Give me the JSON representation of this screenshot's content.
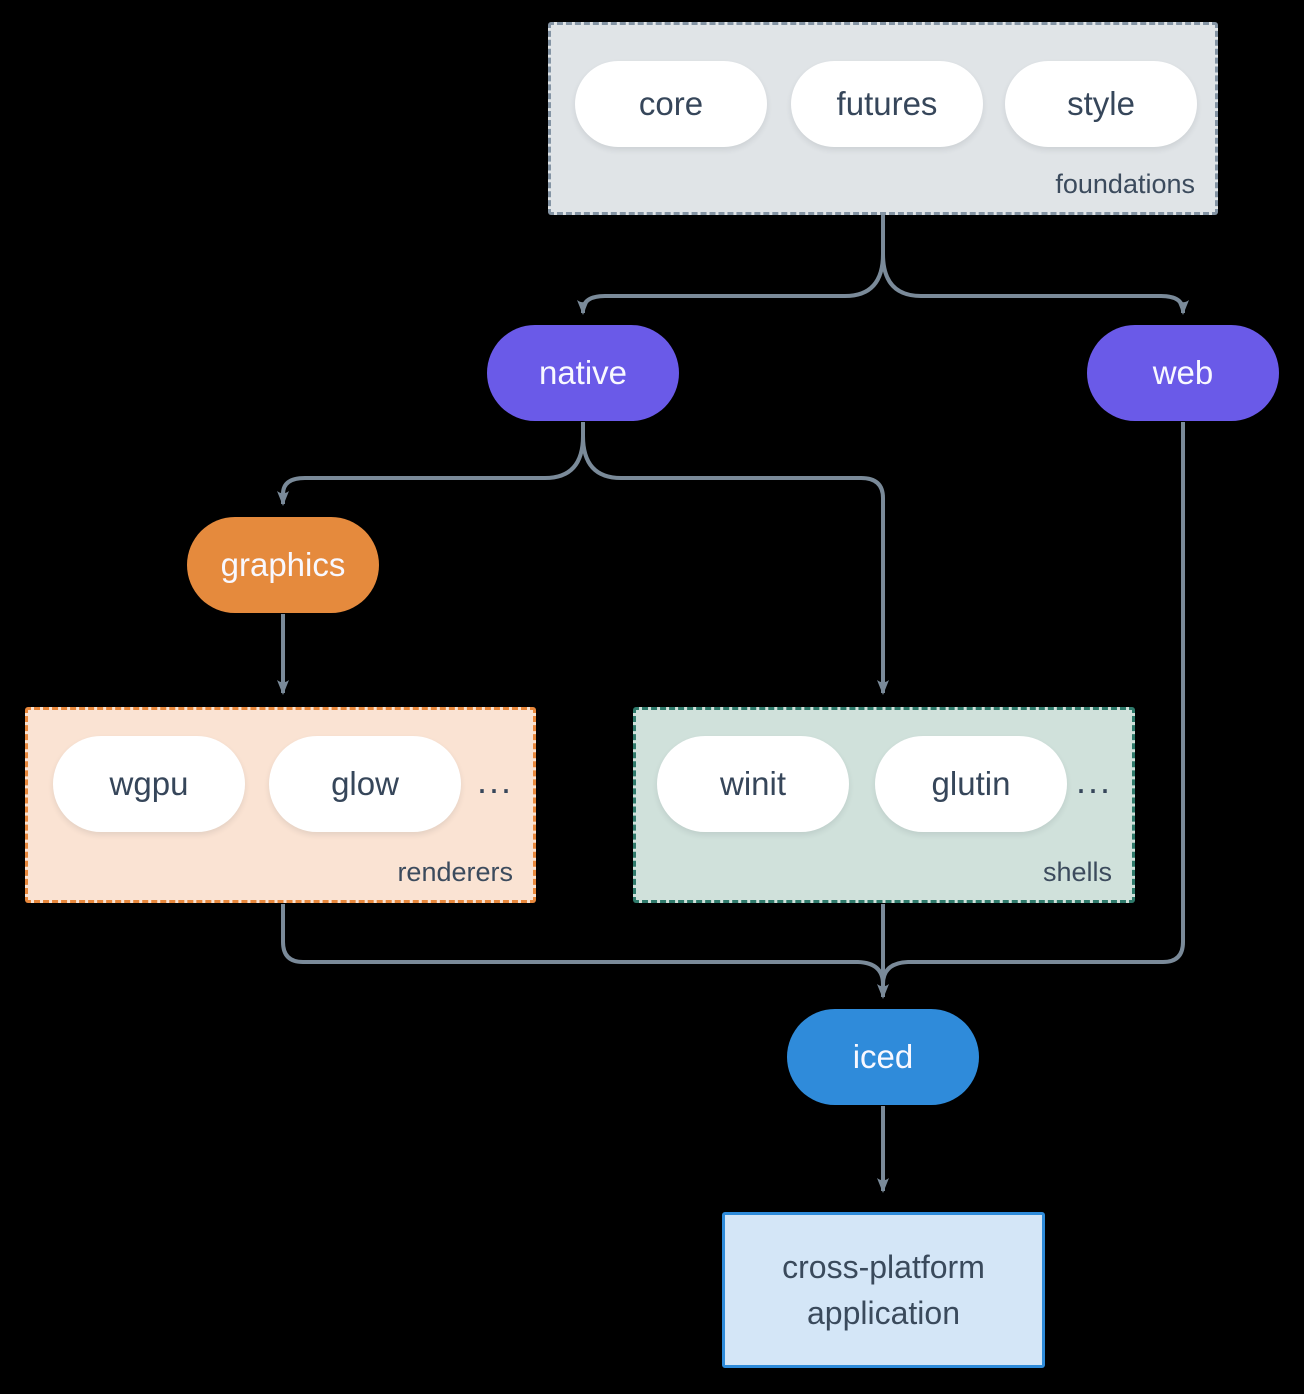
{
  "colors": {
    "background": "#000000",
    "connector": "#7A8A99",
    "purple_node": "#6A5AE8",
    "orange_node": "#E58A3D",
    "blue_node": "#2F8BDA",
    "foundations_fill": "#E0E4E7",
    "foundations_border": "#8494A4",
    "renderers_fill": "#FAE3D3",
    "renderers_border": "#E8883C",
    "shells_fill": "#D0E1DB",
    "shells_border": "#2F7A6B",
    "app_fill": "#D4E6F7",
    "app_border": "#2E8BDA",
    "dark_text": "#36465A",
    "light_text": "#FFFFFF"
  },
  "foundations": {
    "label": "foundations",
    "pills": [
      "core",
      "futures",
      "style"
    ]
  },
  "nodes": {
    "native": "native",
    "web": "web",
    "graphics": "graphics",
    "iced": "iced"
  },
  "renderers": {
    "label": "renderers",
    "pills": [
      "wgpu",
      "glow"
    ],
    "ellipsis": "..."
  },
  "shells": {
    "label": "shells",
    "pills": [
      "winit",
      "glutin"
    ],
    "ellipsis": "..."
  },
  "app": {
    "line1": "cross-platform",
    "line2": "application"
  }
}
